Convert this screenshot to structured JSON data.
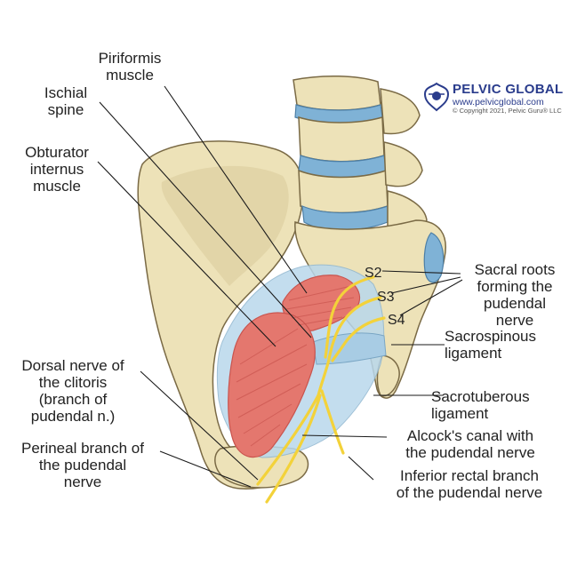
{
  "logo": {
    "title": "PELVIC GLOBAL",
    "url": "www.pelvicglobal.com",
    "copyright": "© Copyright 2021, Pelvic Guru® LLC",
    "icon": "pelvis-logo-icon"
  },
  "labels": {
    "piriformis": "Piriformis\nmuscle",
    "ischial_spine": "Ischial\nspine",
    "obturator": "Obturator\ninternus\nmuscle",
    "sacral_roots": "Sacral roots\nforming the\npudendal\nnerve",
    "sacrospinous": "Sacrospinous\nligament",
    "sacrotuberous": "Sacrotuberous\nligament",
    "dorsal_nerve": "Dorsal nerve of\nthe clitoris\n(branch of\npudendal n.)",
    "perineal": "Perineal branch of\nthe pudendal\nnerve",
    "alcocks": "Alcock's canal with\nthe pudendal nerve",
    "inferior_rectal": "Inferior rectal branch\nof the pudendal nerve"
  },
  "sacral_levels": {
    "s2": "S2",
    "s3": "S3",
    "s4": "S4"
  },
  "colors": {
    "bone": "#ede2b8",
    "bone_shadow": "#cdbd8a",
    "bone_outline": "#7a6a45",
    "disc": "#7fb2d6",
    "muscle": "#e4776e",
    "muscle_stripe": "#c9544e",
    "ligament": "#b9d8ec",
    "nerve": "#f3d23a",
    "nerve_outline": "#b89a18",
    "leader": "#1a1a1a",
    "logo_blue": "#2a3c8c"
  }
}
